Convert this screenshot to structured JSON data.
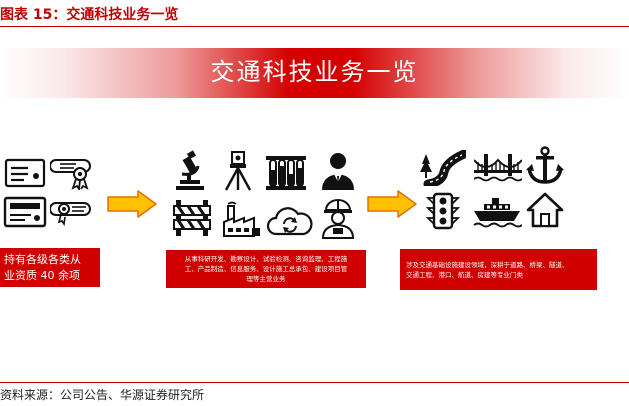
{
  "figure": {
    "title": "图表 15：交通科技业务一览",
    "source": "资料来源：公司公告、华源证券研究所"
  },
  "banner": {
    "title": "交通科技业务一览"
  },
  "sections": {
    "qualifications": {
      "text": "持有各级各类从\n业资质 40 余项",
      "icons": [
        "certificate-icon",
        "diploma-ribbon-icon",
        "id-card-icon",
        "seal-ribbon-icon"
      ]
    },
    "services": {
      "text": "从事科研开发、勘察设计、试验检测、咨询监理、工程施\n工、产品制造、信息服务、设计施工总承包、建设项目管\n理等主营业务",
      "icons": [
        "microscope-icon",
        "surveying-tripod-icon",
        "test-tubes-icon",
        "businessman-icon",
        "road-barrier-icon",
        "factory-icon",
        "cloud-sync-icon",
        "engineer-icon"
      ]
    },
    "domains": {
      "text": "涉及交通基础设施建设领域，深耕于道路、桥梁、隧道、\n交通工程、港口、航道、房建等专业门类",
      "icons": [
        "road-icon",
        "bridge-icon",
        "anchor-icon",
        "traffic-light-icon",
        "ship-icon",
        "house-icon"
      ]
    }
  },
  "colors": {
    "accent": "#d00000",
    "arrow_fill": "#ffc000",
    "arrow_stroke": "#e07000"
  }
}
